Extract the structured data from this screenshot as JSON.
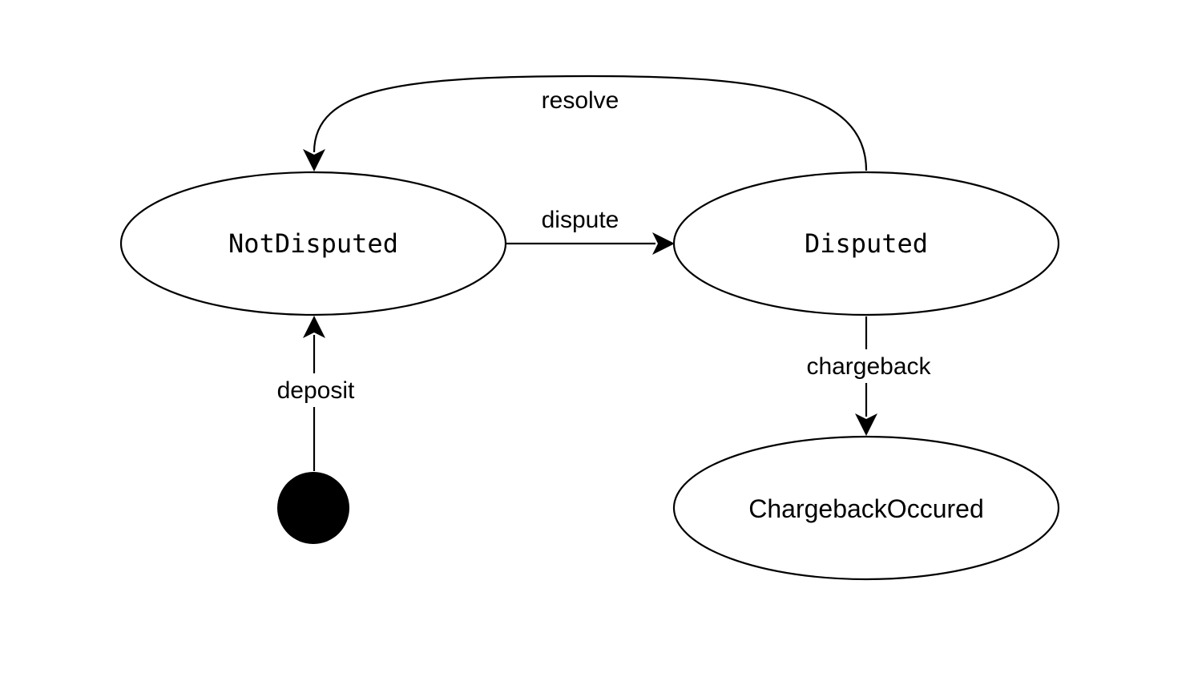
{
  "states": {
    "not_disputed": "NotDisputed",
    "disputed": "Disputed",
    "chargeback_occured": "ChargebackOccured"
  },
  "transitions": {
    "deposit": "deposit",
    "dispute": "dispute",
    "resolve": "resolve",
    "chargeback": "chargeback"
  },
  "colors": {
    "stroke": "#000000",
    "fill": "#ffffff",
    "initial_node": "#000000"
  }
}
